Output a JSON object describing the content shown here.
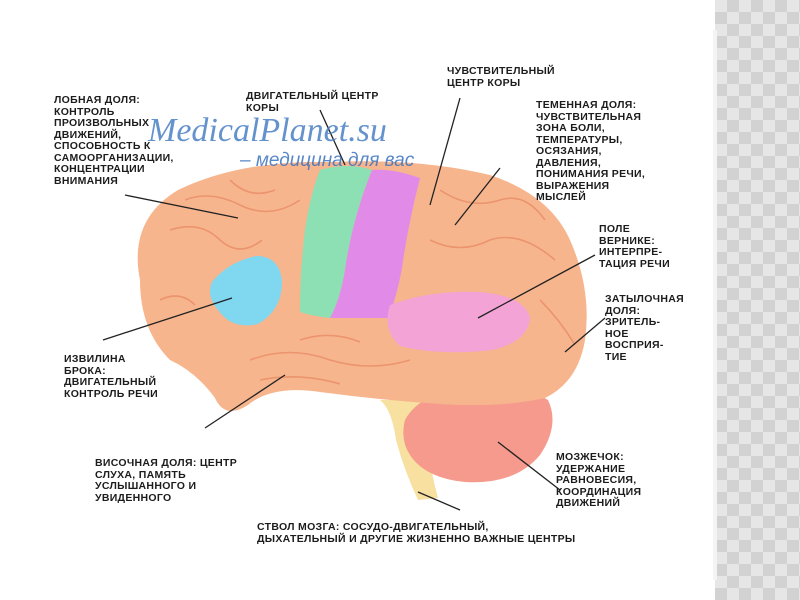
{
  "watermark": {
    "site": "MedicalPlanet.su",
    "tagline": "– медицина для вас"
  },
  "labels": {
    "frontal": "ЛОБНАЯ ДОЛЯ:\nКОНТРОЛЬ\nПРОИЗВОЛЬНЫХ\nДВИЖЕНИЙ,\nСПОСОБНОСТЬ К\nСАМООРГАНИЗАЦИИ,\nКОНЦЕНТРАЦИИ\nВНИМАНИЯ",
    "motor": "ДВИГАТЕЛЬНЫЙ ЦЕНТР\nКОРЫ",
    "sensory": "ЧУВСТВИТЕЛЬНЫЙ\nЦЕНТР КОРЫ",
    "parietal": "ТЕМЕННАЯ ДОЛЯ:\nЧУВСТВИТЕЛЬНАЯ\nЗОНА БОЛИ,\nТЕМПЕРАТУРЫ,\nОСЯЗАНИЯ,\nДАВЛЕНИЯ,\nПОНИМАНИЯ РЕЧИ,\nВЫРАЖЕНИЯ\nМЫСЛЕЙ",
    "wernicke": "ПОЛЕ\nВЕРНИКЕ:\nИНТЕРПРЕ-\nТАЦИЯ РЕЧИ",
    "occipital": "ЗАТЫЛОЧНАЯ\nДОЛЯ:\nЗРИТЕЛЬ-\nНОЕ\nВОСПРИЯ-\nТИЕ",
    "broca": "ИЗВИЛИНА\nБРОКА:\nДВИГАТЕЛЬНЫЙ\nКОНТРОЛЬ РЕЧИ",
    "temporal": "ВИСОЧНАЯ ДОЛЯ: ЦЕНТР\nСЛУХА, ПАМЯТЬ\nУСЛЫШАННОГО И\nУВИДЕННОГО",
    "cerebellum": "МОЗЖЕЧОК:\nУДЕРЖАНИЕ\nРАВНОВЕСИЯ,\nКООРДИНАЦИЯ\nДВИЖЕНИЙ",
    "brainstem": "СТВОЛ МОЗГА: СОСУДО-ДВИГАТЕЛЬНЫЙ,\nДЫХАТЕЛЬНЫЙ И ДРУГИЕ ЖИЗНЕННО ВАЖНЫЕ ЦЕНТРЫ"
  },
  "colors": {
    "cortex": "#f7b58e",
    "cortex_dark": "#e88a62",
    "motor_cortex": "#8de0b4",
    "sensory_cortex": "#e28ae8",
    "broca_area": "#7fd7f0",
    "wernicke_area": "#f3a3d6",
    "cerebellum": "#f59a8c",
    "brainstem": "#f7e0a0",
    "leader_line": "#222222"
  }
}
